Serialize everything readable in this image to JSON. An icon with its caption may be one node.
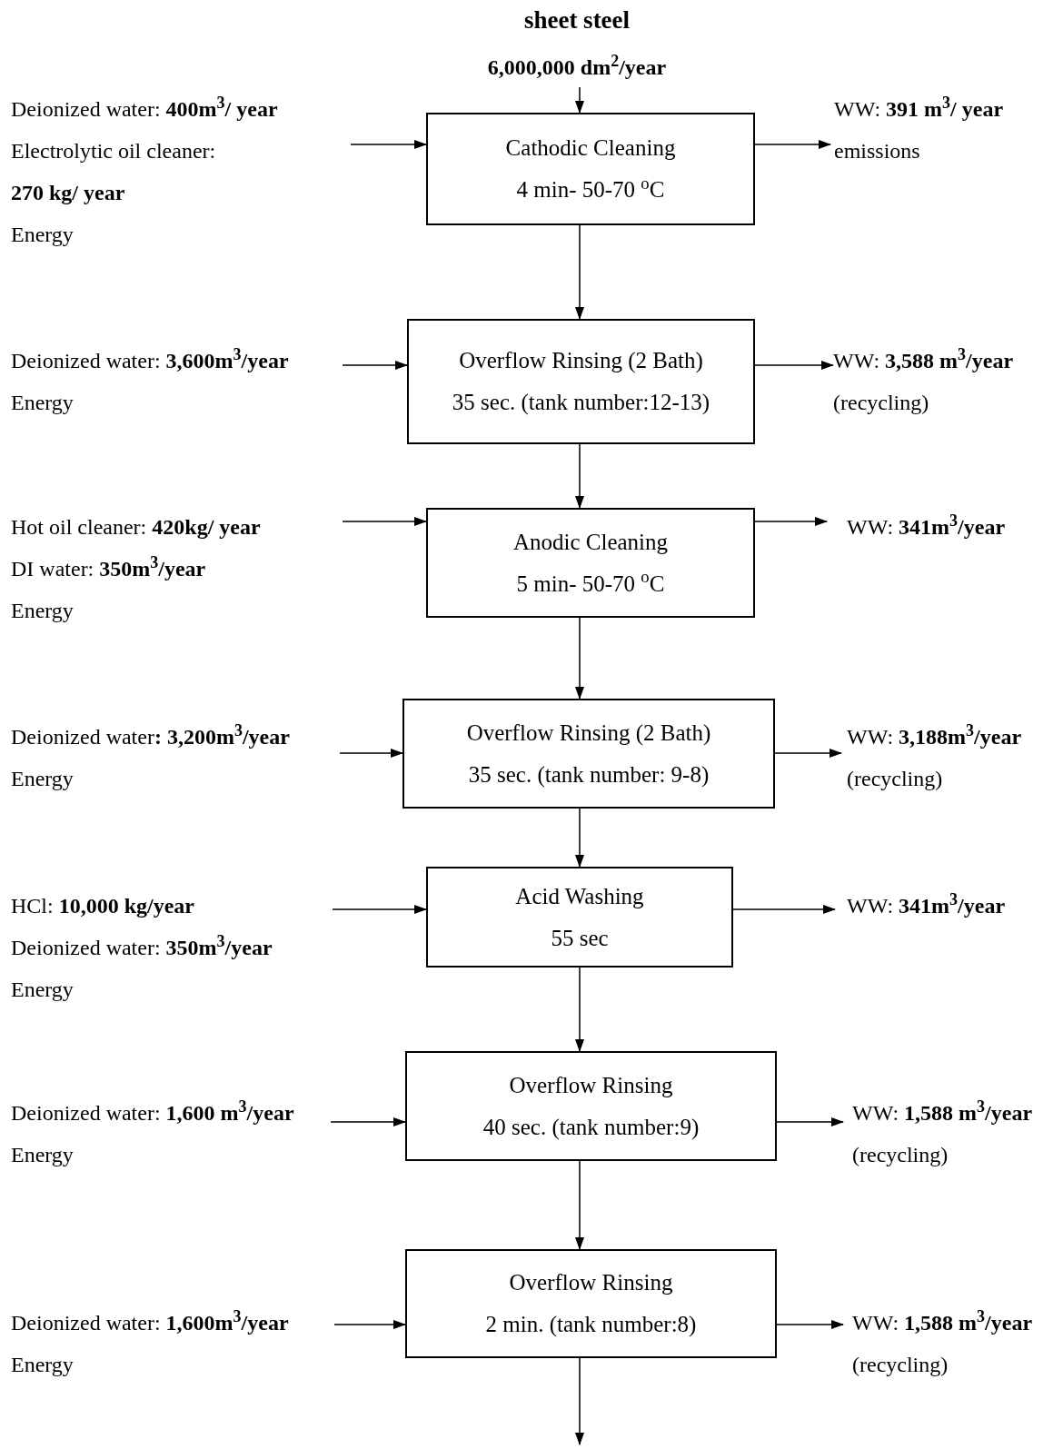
{
  "diagram": {
    "nodes": [
      {
        "text": [
          "sheet steel",
          "6,000,000 dm$^{2}$/year"
        ]
      },
      {
        "text": [
          "Deionized water: **400m$^{3}$/ year**",
          "Electrolytic oil cleaner: **270 kg/ year**",
          "Energy"
        ]
      },
      {
        "text": [
          "Cathodic Cleaning",
          "4 min- 50-70 $^{o}$C"
        ]
      },
      {
        "text": [
          "WW: **391 m$^{3}$/ year**",
          "emissions"
        ]
      },
      {
        "text": [
          "Deionized water: **3,600m$^{3}$/year**",
          "Energy"
        ]
      },
      {
        "text": [
          "Overflow Rinsing (2 Bath)",
          "35 sec. (tank number:12-13)"
        ]
      },
      {
        "text": [
          "WW: **3,588 m$^{3}$/year**",
          "(recycling)"
        ]
      },
      {
        "text": [
          "Hot oil cleaner: **420kg/ year**",
          "DI water: **350m$^{3}$/year**",
          "Energy"
        ]
      },
      {
        "text": [
          "Anodic Cleaning",
          "5 min- 50-70 $^{o}$C"
        ]
      },
      {
        "text": [
          "WW: **341m$^{3}$/year**"
        ]
      },
      {
        "text": [
          "Deionized water**: 3,200m$^{3}$/year**",
          "Energy"
        ]
      },
      {
        "text": [
          "Overflow Rinsing (2 Bath)",
          "35 sec. (tank number: 9-8)"
        ]
      },
      {
        "text": [
          "WW: **3,188m$^{3}$/year**",
          "(recycling)"
        ]
      },
      {
        "text": [
          "HCl: **10,000 kg/year**",
          "Deionized water: **350m$^{3}$/year**",
          "Energy"
        ]
      },
      {
        "text": [
          "Acid Washing",
          "55 sec"
        ]
      },
      {
        "text": [
          "WW: **341m$^{3}$/year**"
        ]
      },
      {
        "text": [
          "Deionized water: **1,600 m$^{3}$/year**",
          "Energy"
        ]
      },
      {
        "text": [
          "Overflow Rinsing",
          "40 sec. (tank number:9)"
        ]
      },
      {
        "text": [
          "WW: **1,588 m$^{3}$/year**",
          "(recycling)"
        ]
      },
      {
        "text": [
          "Deionized water: **1,600m$^{3}$/year**",
          "Energy"
        ]
      },
      {
        "text": [
          "Overflow Rinsing",
          "2 min. (tank number:8)"
        ]
      },
      {
        "text": [
          "WW: **1,588 m$^{3}$/year**",
          "(recycling)"
        ]
      }
    ],
    "edges": [
      {
        "from": 0,
        "to": 2,
        "arrow": "to"
      },
      {
        "from": 1,
        "to": 2,
        "arrow": "to"
      },
      {
        "from": 2,
        "to": 3,
        "arrow": "to"
      },
      {
        "from": 2,
        "to": 5,
        "arrow": "to"
      },
      {
        "from": 4,
        "to": 5,
        "arrow": "to"
      },
      {
        "from": 5,
        "to": 6,
        "arrow": "to"
      },
      {
        "from": 5,
        "to": 8,
        "arrow": "to"
      },
      {
        "from": 7,
        "to": 8,
        "arrow": "to"
      },
      {
        "from": 8,
        "to": 9,
        "arrow": "to"
      },
      {
        "from": 8,
        "to": 11,
        "arrow": "to"
      },
      {
        "from": 10,
        "to": 11,
        "arrow": "to"
      },
      {
        "from": 11,
        "to": 12,
        "arrow": "to"
      },
      {
        "from": 11,
        "to": 14,
        "arrow": "to"
      },
      {
        "from": 13,
        "to": 14,
        "arrow": "to"
      },
      {
        "from": 14,
        "to": 15,
        "arrow": "to"
      },
      {
        "from": 14,
        "to": 17,
        "arrow": "to"
      },
      {
        "from": 16,
        "to": 17,
        "arrow": "to"
      },
      {
        "from": 17,
        "to": 18,
        "arrow": "to"
      },
      {
        "from": 17,
        "to": 20,
        "arrow": "to"
      },
      {
        "from": 19,
        "to": 20,
        "arrow": "to"
      },
      {
        "from": 20,
        "to": 21,
        "arrow": "to"
      },
      {
        "from": 20,
        "to": null,
        "arrow": "to"
      }
    ]
  }
}
